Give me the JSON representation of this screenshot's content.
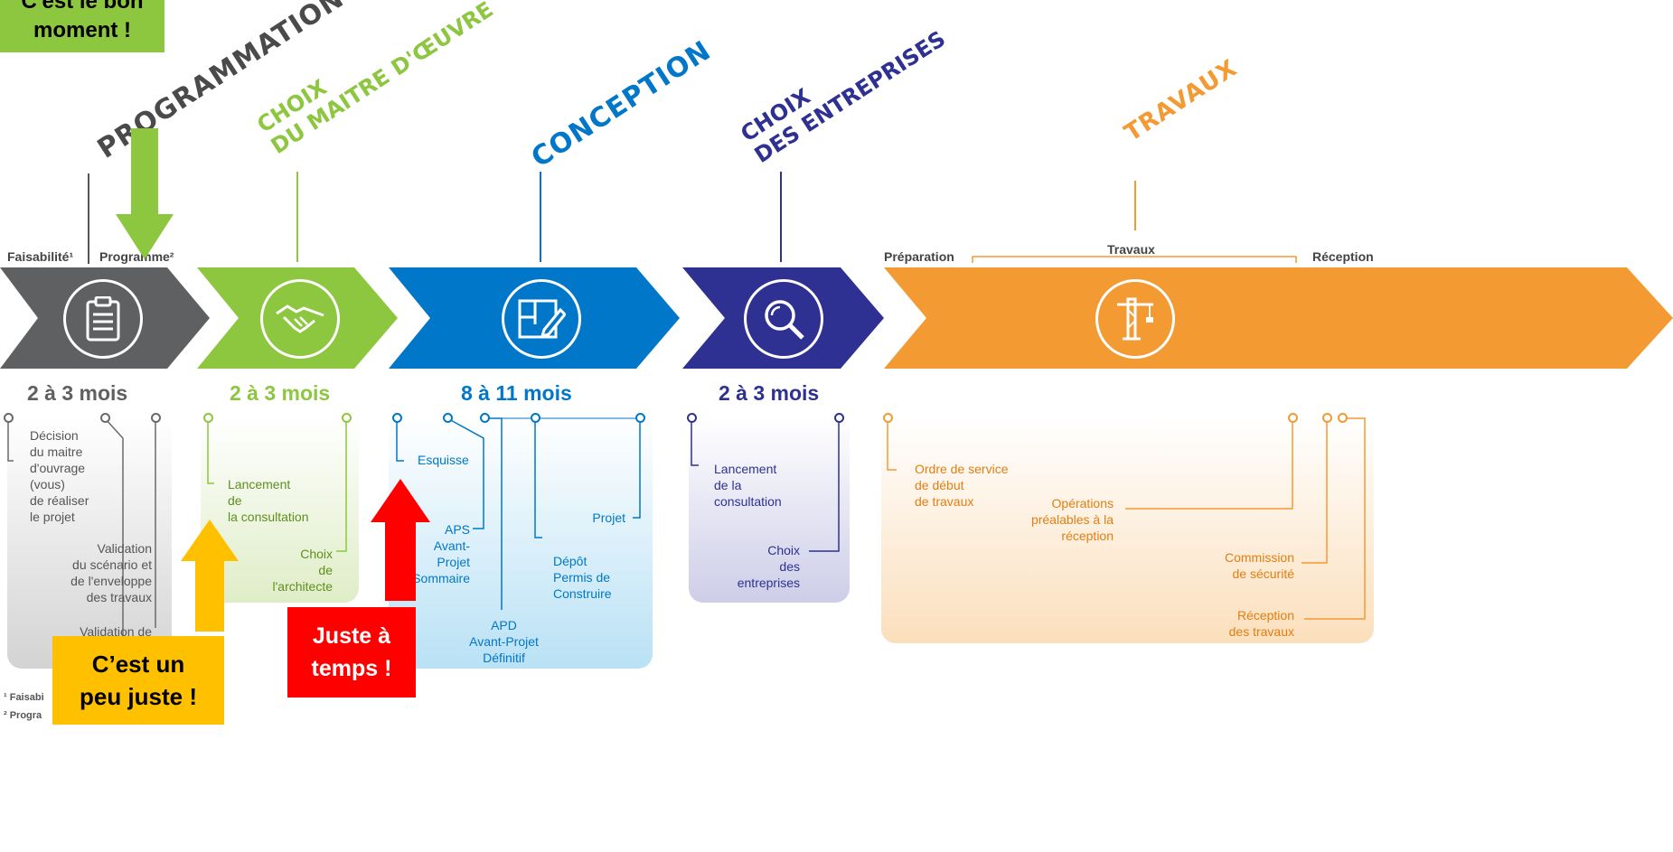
{
  "phases": {
    "programmation": {
      "title": "PROGRAMMATION",
      "sub_faisabilite": "Faisabilité¹",
      "sub_programme": "Programme²",
      "duration": "2 à 3 mois",
      "icon": "clipboard-icon",
      "steps": [
        "Décision\ndu maitre\nd'ouvrage\n(vous)\nde réaliser\nle projet",
        "Validation\ndu scénario et\nde l'enveloppe\ndes travaux",
        "Validation de"
      ],
      "color": "#5f6062"
    },
    "choix_moe": {
      "title_line1": "CHOIX",
      "title_line2": "DU MAITRE D'ŒUVRE",
      "duration": "2 à 3 mois",
      "icon": "handshake-icon",
      "steps": [
        "Lancement\nde\nla consultation",
        "Choix\nde\nl'architecte"
      ],
      "color": "#8dc63f"
    },
    "conception": {
      "title": "CONCEPTION",
      "duration": "8 à 11 mois",
      "icon": "blueprint-edit-icon",
      "steps": [
        "Esquisse",
        "APS\nAvant-\nProjet\nSommaire",
        "APD\nAvant-Projet\nDéfinitif",
        "Dépôt\nPermis de\nConstruire",
        "Projet"
      ],
      "color": "#0077c8"
    },
    "choix_entreprises": {
      "title_line1": "CHOIX",
      "title_line2": "DES ENTREPRISES",
      "duration": "2 à 3 mois",
      "icon": "magnifier-icon",
      "steps": [
        "Lancement\nde la\nconsultation",
        "Choix\ndes\nentreprises"
      ],
      "color": "#2e3192"
    },
    "travaux": {
      "title": "TRAVAUX",
      "sub_preparation": "Préparation",
      "sub_travaux": "Travaux",
      "sub_reception": "Réception",
      "icon": "crane-icon",
      "steps": [
        "Ordre de service\nde début\nde travaux",
        "Opérations\npréalables à la\nréception",
        "Commission\nde sécurité",
        "Réception\ndes travaux"
      ],
      "color": "#f39a33"
    }
  },
  "callouts": {
    "bon_moment": "C'est le bon\nmoment !",
    "peu_juste": "C’est un\npeu juste !",
    "juste_temps": "Juste à\ntemps !"
  },
  "footnotes": {
    "f1": "¹ Faisabi",
    "f2": "² Progra"
  },
  "colors": {
    "green_callout": "#8dc63f",
    "yellow_callout": "#ffc000",
    "red_callout": "#ff0000"
  }
}
